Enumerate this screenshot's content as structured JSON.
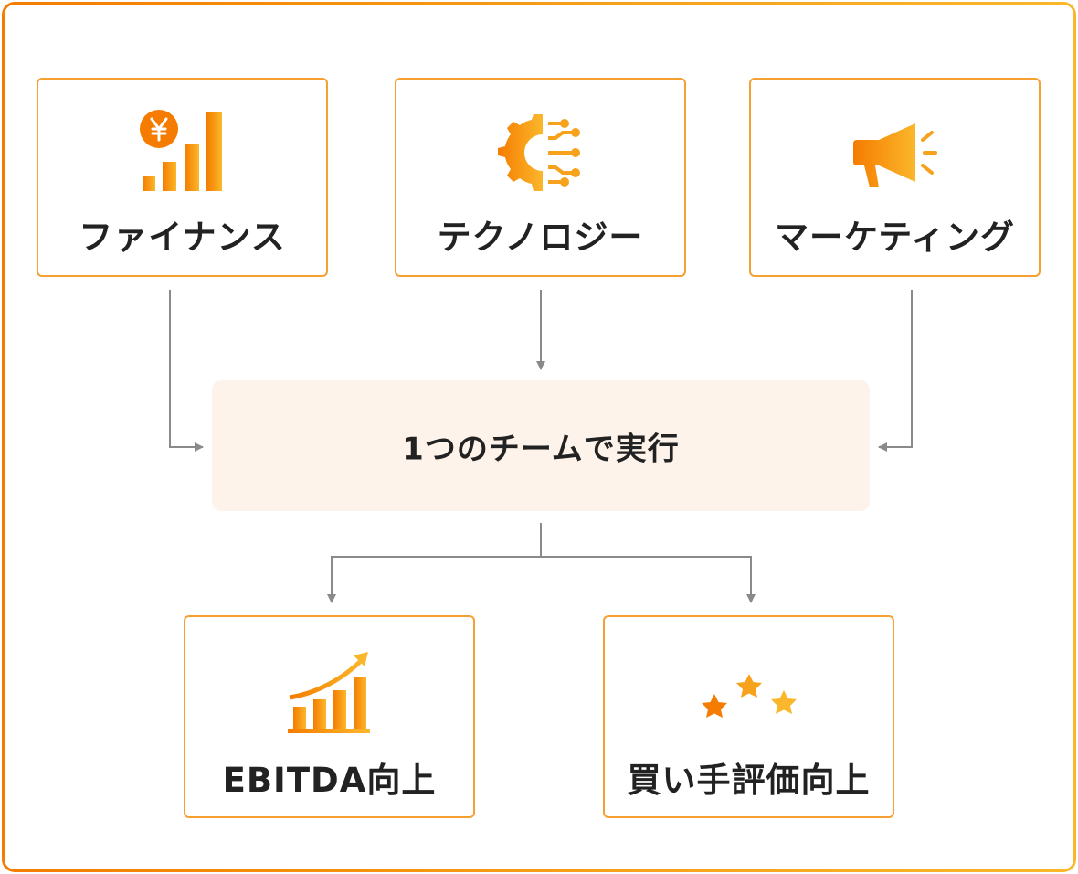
{
  "colors": {
    "accent": "#f5a033",
    "accent_dark": "#f57c00",
    "accent_light": "#fbb72b",
    "center_bg": "#fdf3ea",
    "connector": "#8a8a8a",
    "text": "#222222"
  },
  "inputs": [
    {
      "label": "ファイナンス",
      "icon": "yen-bar-chart-icon"
    },
    {
      "label": "テクノロジー",
      "icon": "gear-circuit-icon"
    },
    {
      "label": "マーケティング",
      "icon": "megaphone-icon"
    }
  ],
  "center": {
    "label": "1つのチームで実行"
  },
  "outputs": [
    {
      "label": "EBITDA向上",
      "icon": "growth-chart-arrow-icon"
    },
    {
      "label": "買い手評価向上",
      "icon": "three-stars-icon"
    }
  ]
}
